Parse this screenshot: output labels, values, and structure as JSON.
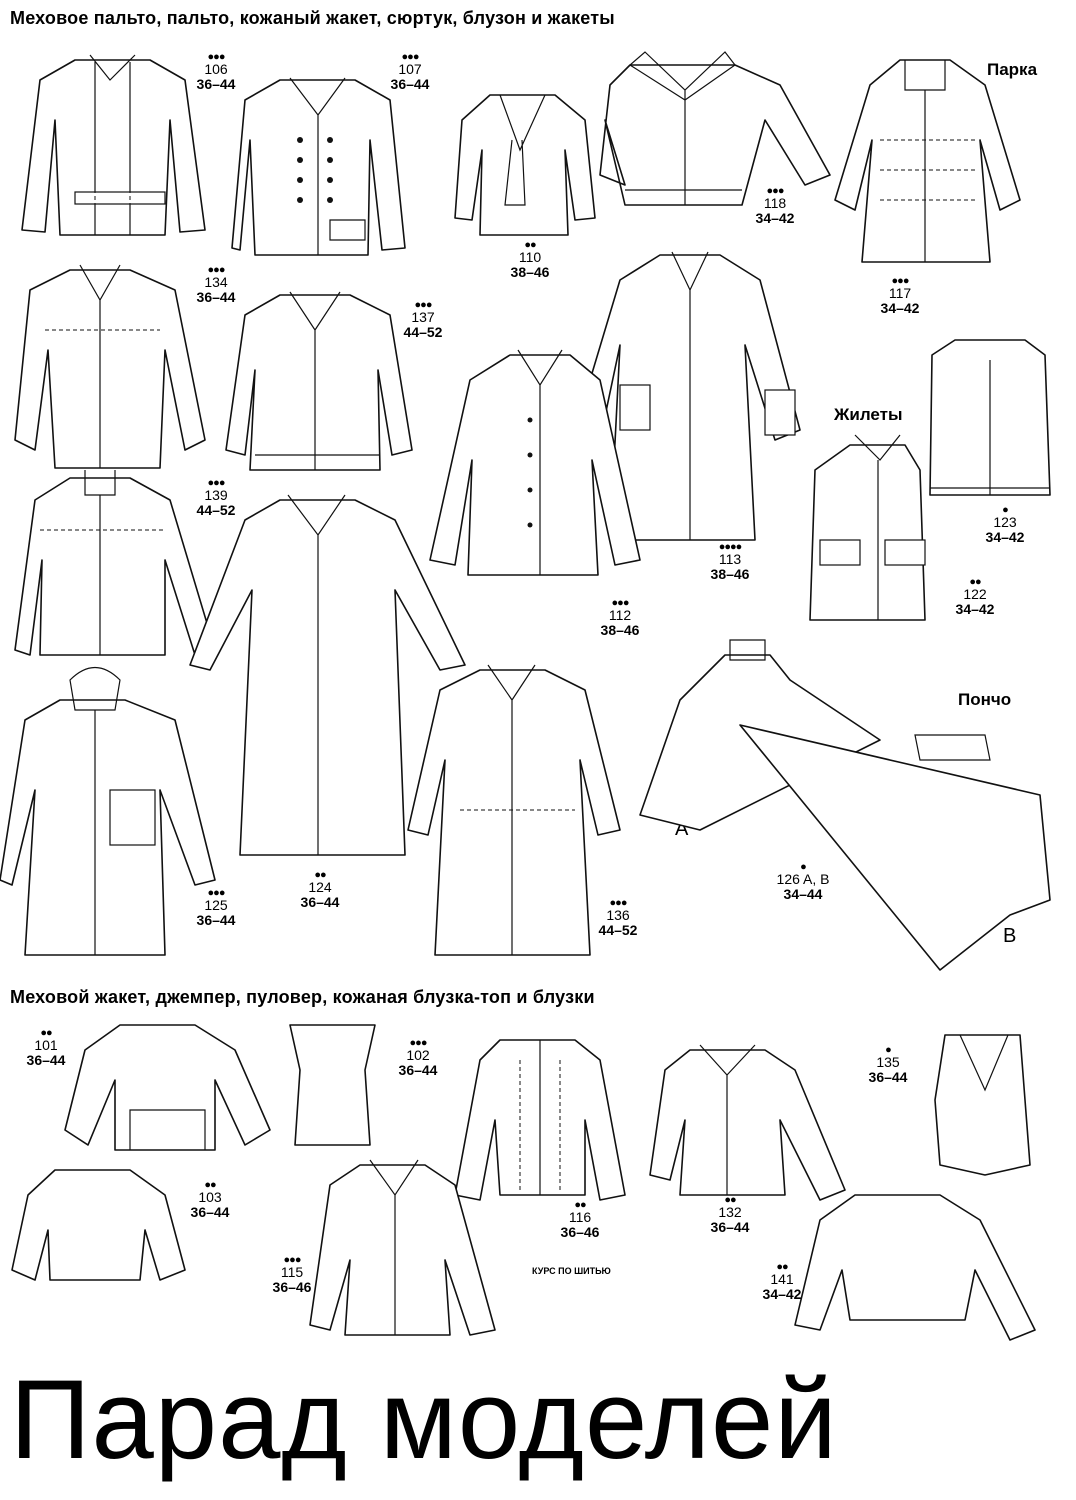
{
  "headers": {
    "section1": "Меховое пальто, пальто, кожаный жакет, сюртук, блузон и жакеты",
    "section2": "Меховой жакет, джемпер, пуловер, кожаная блузка-топ и блузки"
  },
  "labels": {
    "parka": "Парка",
    "vests": "Жилеты",
    "poncho": "Пончо",
    "poncho_a": "A",
    "poncho_b": "B"
  },
  "course_note": "КУРС ПО ШИТЬЮ",
  "title": "Парад моделей",
  "models": [
    {
      "num": "106",
      "sizes": "36–44",
      "dots": "●●●"
    },
    {
      "num": "107",
      "sizes": "36–44",
      "dots": "●●●"
    },
    {
      "num": "110",
      "sizes": "38–46",
      "dots": "●●"
    },
    {
      "num": "118",
      "sizes": "34–42",
      "dots": "●●●"
    },
    {
      "num": "117",
      "sizes": "34–42",
      "dots": "●●●"
    },
    {
      "num": "134",
      "sizes": "36–44",
      "dots": "●●●"
    },
    {
      "num": "137",
      "sizes": "44–52",
      "dots": "●●●"
    },
    {
      "num": "113",
      "sizes": "38–46",
      "dots": "●●●●"
    },
    {
      "num": "123",
      "sizes": "34–42",
      "dots": "●"
    },
    {
      "num": "139",
      "sizes": "44–52",
      "dots": "●●●"
    },
    {
      "num": "112",
      "sizes": "38–46",
      "dots": "●●●"
    },
    {
      "num": "122",
      "sizes": "34–42",
      "dots": "●●"
    },
    {
      "num": "125",
      "sizes": "36–44",
      "dots": "●●●"
    },
    {
      "num": "124",
      "sizes": "36–44",
      "dots": "●●"
    },
    {
      "num": "136",
      "sizes": "44–52",
      "dots": "●●●"
    },
    {
      "num": "126 A, B",
      "sizes": "34–44",
      "dots": "●"
    },
    {
      "num": "101",
      "sizes": "36–44",
      "dots": "●●"
    },
    {
      "num": "102",
      "sizes": "36–44",
      "dots": "●●●"
    },
    {
      "num": "135",
      "sizes": "36–44",
      "dots": "●"
    },
    {
      "num": "103",
      "sizes": "36–44",
      "dots": "●●"
    },
    {
      "num": "116",
      "sizes": "36–46",
      "dots": "●●"
    },
    {
      "num": "132",
      "sizes": "36–44",
      "dots": "●●"
    },
    {
      "num": "115",
      "sizes": "36–46",
      "dots": "●●●"
    },
    {
      "num": "141",
      "sizes": "34–42",
      "dots": "●●"
    }
  ]
}
